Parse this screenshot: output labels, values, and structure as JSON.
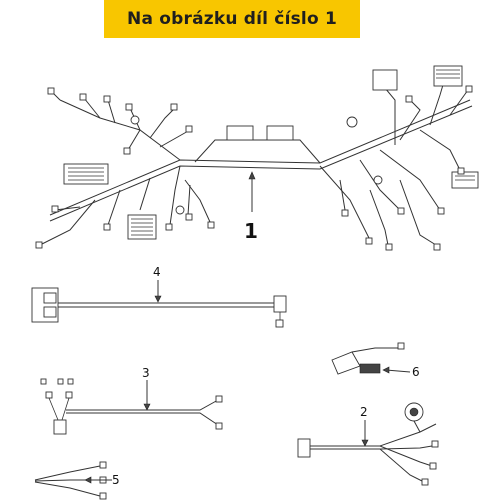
{
  "banner": {
    "text": "Na obrázku díl číslo 1"
  },
  "callouts": {
    "c1": "1",
    "c2": "2",
    "c3": "3",
    "c4": "4",
    "c5": "5",
    "c6": "6"
  },
  "colors": {
    "banner_bg": "#f8c600",
    "line": "#333333"
  }
}
